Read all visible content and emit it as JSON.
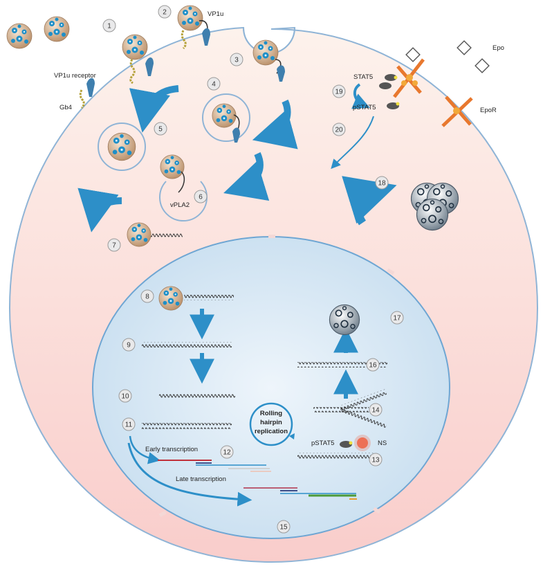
{
  "steps": [
    "1",
    "2",
    "3",
    "4",
    "5",
    "6",
    "7",
    "8",
    "9",
    "10",
    "11",
    "12",
    "13",
    "14",
    "15",
    "16",
    "17",
    "18",
    "19",
    "20"
  ],
  "labels": {
    "vp1u": "VP1u",
    "vp1u_receptor": "VP1u receptor",
    "gb4": "Gb4",
    "epo": "Epo",
    "epor": "EpoR",
    "stat5": "STAT5",
    "pstat5_cyto": "pSTAT5",
    "vpla2": "vPLA2",
    "rolling_1": "Rolling",
    "rolling_2": "hairpin",
    "rolling_3": "replication",
    "early": "Early transcription",
    "late": "Late transcription",
    "pstat5_nuc": "pSTAT5",
    "ns": "NS"
  },
  "colors": {
    "cytoplasm_top": "#fdf0ea",
    "cytoplasm_bottom": "#f9cfcc",
    "membrane": "#8fb4d6",
    "nucleus_fill": "#d9e9f6",
    "arrow": "#2d8fc8",
    "capsid_blue": "#1e8fc8",
    "capsid_tan": "#c9a27c",
    "epor_orange": "#e8782e",
    "early_red": "#c0303a",
    "late_green": "#4c9a3a"
  }
}
